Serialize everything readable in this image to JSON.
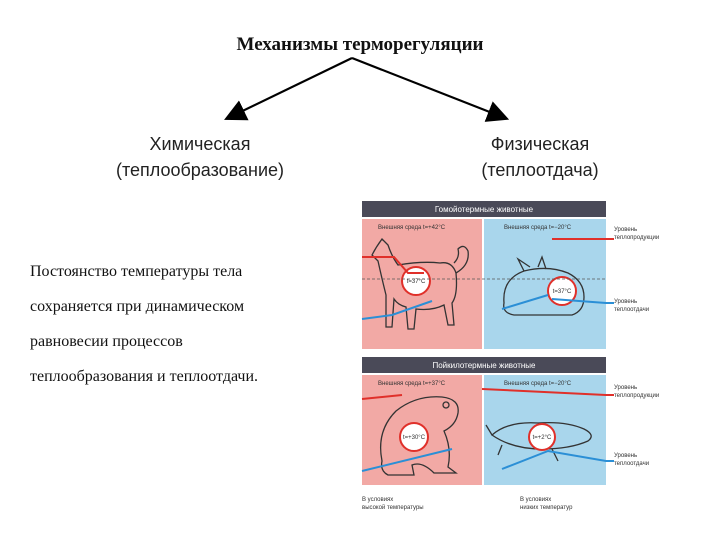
{
  "title": "Механизмы терморегуляции",
  "branches": {
    "chemical": {
      "name": "Химическая",
      "sub": "(теплообразование)"
    },
    "physical": {
      "name": "Физическая",
      "sub": "(теплоотдача)"
    }
  },
  "description": [
    "Постоянство температуры тела",
    "сохраняется при динамическом",
    "равновесии процессов",
    "теплообразования и теплоотдачи."
  ],
  "figure": {
    "homeo_header": "Гомойотермные животные",
    "poikilo_header": "Пойкилотермные животные",
    "homeo_left_env": "Внешняя среда t=+42°C",
    "homeo_right_env": "Внешняя среда t=−20°C",
    "homeo_left_body": "t=37°C",
    "homeo_right_body": "t=37°C",
    "poikilo_left_env": "Внешняя среда t=+37°C",
    "poikilo_right_env": "Внешняя среда t=−20°C",
    "poikilo_left_body": "t=+30°C",
    "poikilo_right_body": "t=+2°C",
    "legend_heat_prod_top": [
      "Уровень",
      "теплопродукции"
    ],
    "legend_heat_loss_top": [
      "Уровень",
      "теплоотдачи"
    ],
    "legend_heat_prod_bottom": [
      "Уровень",
      "теплопродукции"
    ],
    "legend_heat_loss_bottom": [
      "Уровень",
      "теплоотдачи"
    ],
    "caption_left": [
      "В условиях",
      "высокой температуры"
    ],
    "caption_right": [
      "В условиях",
      "низких температур"
    ],
    "colors": {
      "warm": "#f2a9a5",
      "cold": "#a9d6ec",
      "header": "#4a4a58",
      "red_line": "#e0302a",
      "blue_line": "#2b8fd6"
    }
  }
}
